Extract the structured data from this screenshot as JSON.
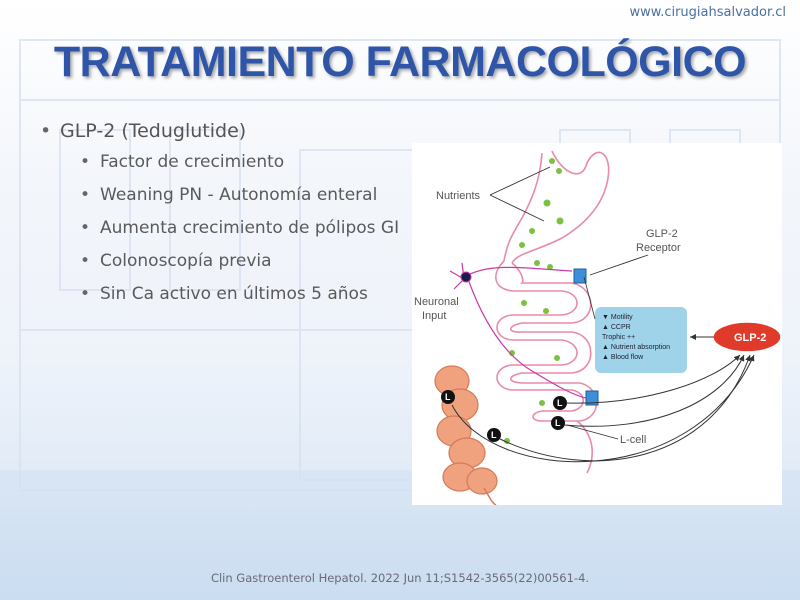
{
  "header": {
    "url": "www.cirugiahsalvador.cl"
  },
  "slide": {
    "title": "TRATAMIENTO FARMACOLÓGICO",
    "bullet": "GLP-2 (Teduglutide)",
    "sub_bullets": [
      "Factor de crecimiento",
      "Weaning PN - Autonomía enteral",
      "Aumenta crecimiento de pólipos GI",
      "Colonoscopía previa",
      "Sin Ca activo en últimos 5 años"
    ]
  },
  "figure": {
    "labels": {
      "nutrients": "Nutrients",
      "glp2_receptor_line1": "GLP-2",
      "glp2_receptor_line2": "Receptor",
      "neuronal_line1": "Neuronal",
      "neuronal_line2": "Input",
      "lcell": "L-cell",
      "glp2": "GLP-2",
      "lcell_letter": "L"
    },
    "effects": [
      "▼ Motility",
      "▲ CCPR",
      "   Trophic ++",
      "▲ Nutrient absorption",
      "▲ Blood flow"
    ],
    "colors": {
      "glp2_oval": "#e03a2a",
      "effects_box": "#9fd3ea",
      "intestine": "#e88aa8",
      "receptor": "#3c8fd8"
    }
  },
  "footer": {
    "citation": "Clin Gastroenterol Hepatol. 2022 Jun 11;S1542-3565(22)00561-4."
  }
}
